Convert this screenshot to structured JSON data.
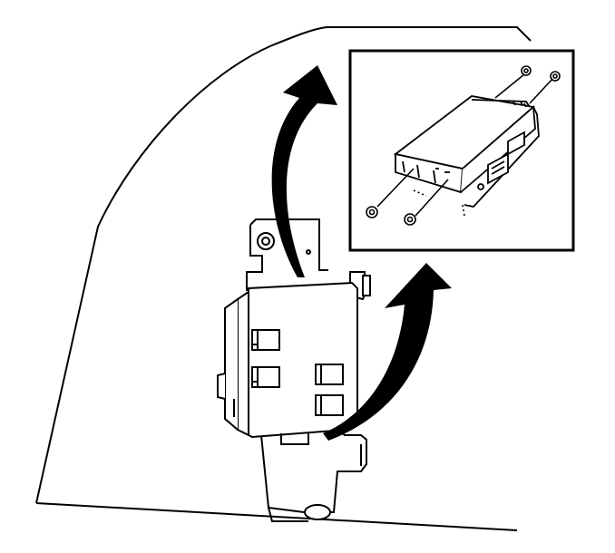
{
  "figure": {
    "background_color": "#ffffff",
    "line_color": "#000000",
    "arrow_fill": "#000000",
    "inset_border_color": "#000000",
    "icons": [
      "panel-outline",
      "mounting-bracket",
      "module-housing",
      "curved-arrow",
      "inset-module",
      "mounting-screw"
    ]
  }
}
